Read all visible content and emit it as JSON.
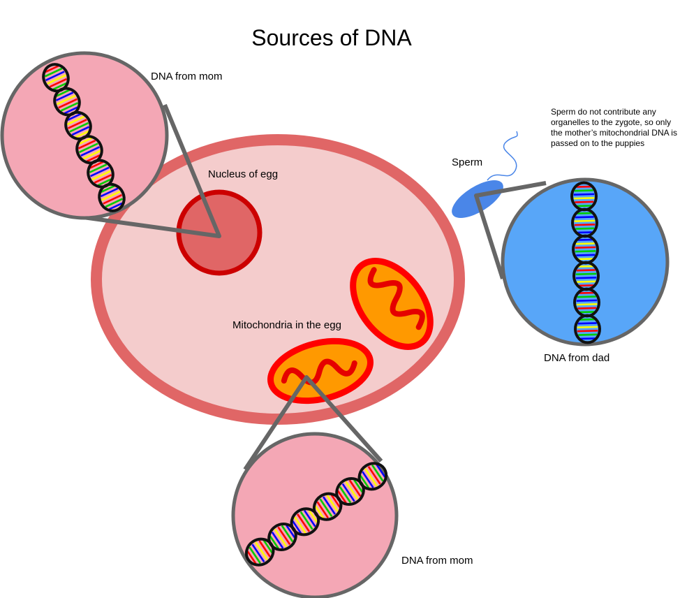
{
  "title": "Sources of DNA",
  "labels": {
    "dna_from_mom_top": "DNA from mom",
    "nucleus_of_egg": "Nucleus of egg",
    "sperm": "Sperm",
    "sperm_note": "Sperm do not contribute any organelles to the zygote, so only the mother’s mitochondrial DNA is passed on to the puppies",
    "mitochondria_in_egg": "Mitochondria in the egg",
    "dna_from_dad": "DNA from dad",
    "dna_from_mom_bottom": "DNA from mom"
  },
  "colors": {
    "egg_fill": "#f4cccc",
    "egg_border": "#e06666",
    "nucleus_fill": "#e06666",
    "nucleus_border": "#cc0000",
    "mito_fill": "#ff9900",
    "mito_border": "#ff0000",
    "sperm": "#4a86e8",
    "mom_zoom_fill": "#f4a7b5",
    "dad_zoom_fill": "#58a6f8",
    "zoom_border": "#666666",
    "dna_rung_colors": [
      "#ff0000",
      "#00cc00",
      "#0000ff",
      "#ffff00"
    ]
  }
}
